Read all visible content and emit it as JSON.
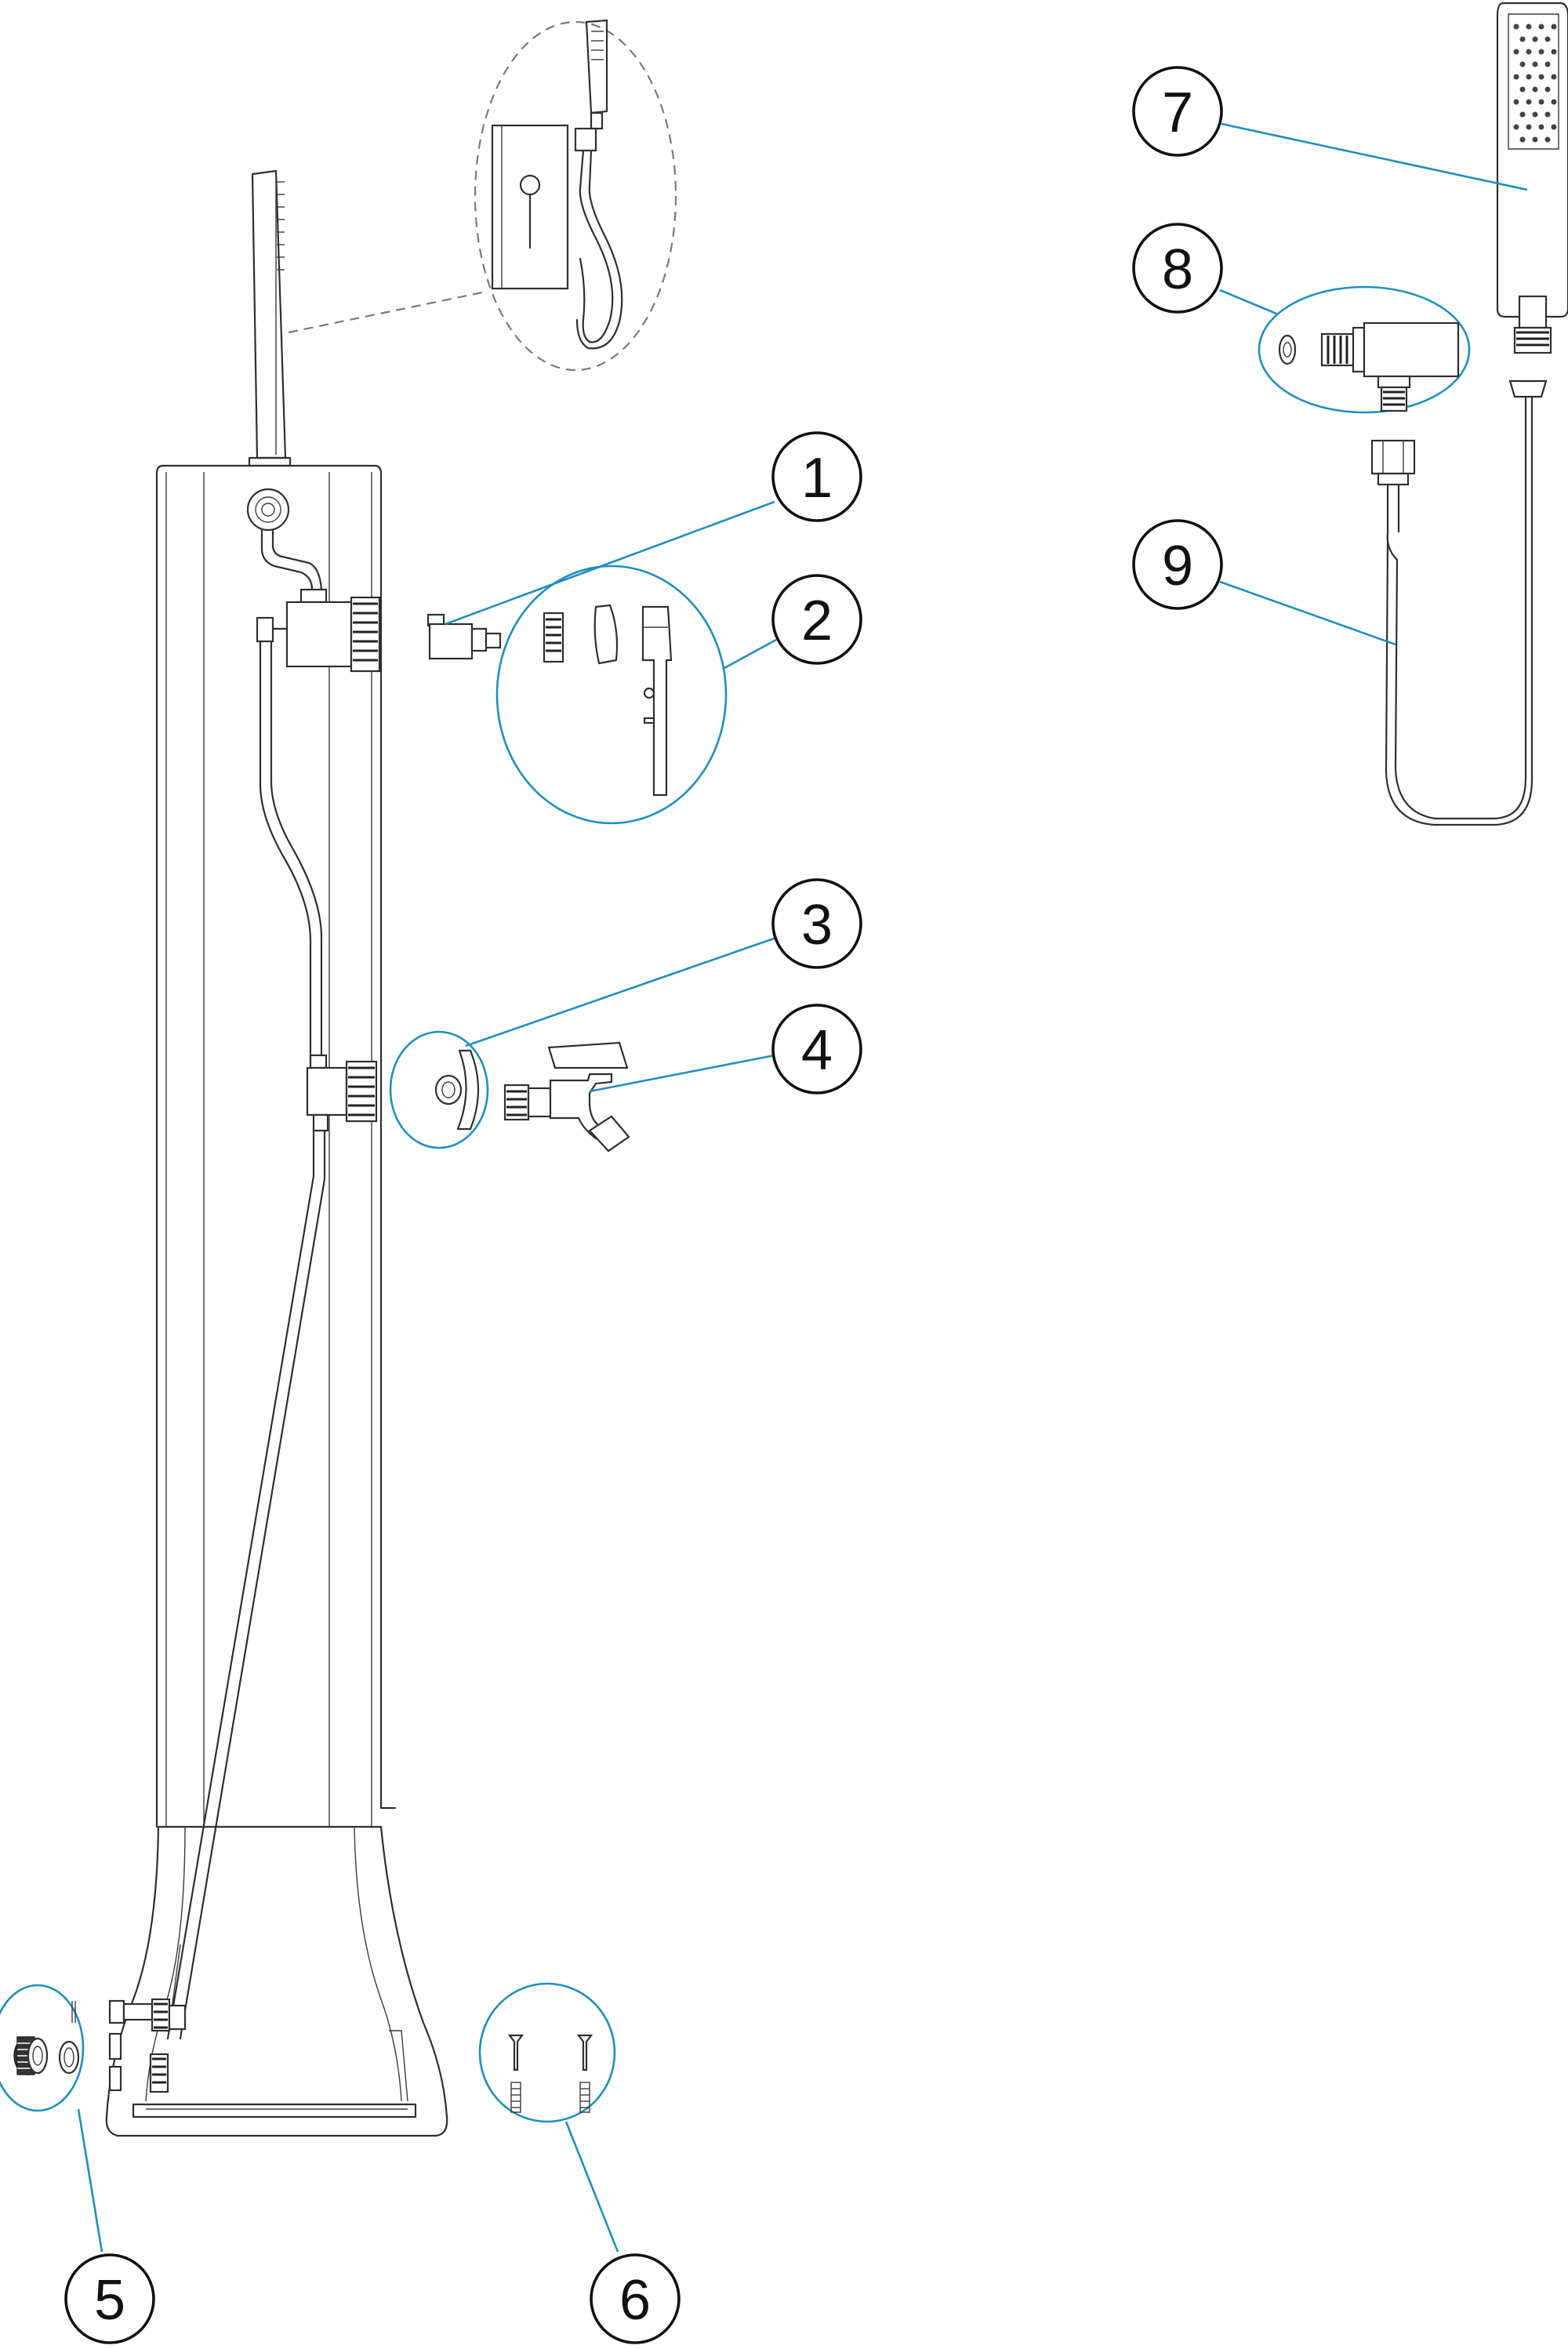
{
  "callouts": [
    {
      "id": "1",
      "label": "1"
    },
    {
      "id": "2",
      "label": "2"
    },
    {
      "id": "3",
      "label": "3"
    },
    {
      "id": "4",
      "label": "4"
    },
    {
      "id": "5",
      "label": "5"
    },
    {
      "id": "6",
      "label": "6"
    },
    {
      "id": "7",
      "label": "7"
    },
    {
      "id": "8",
      "label": "8"
    },
    {
      "id": "9",
      "label": "9"
    }
  ],
  "colors": {
    "line": "#2f2f2f",
    "leader": "#1e8fc0",
    "callout": "#111111",
    "dashed": "#7a7a7a"
  }
}
